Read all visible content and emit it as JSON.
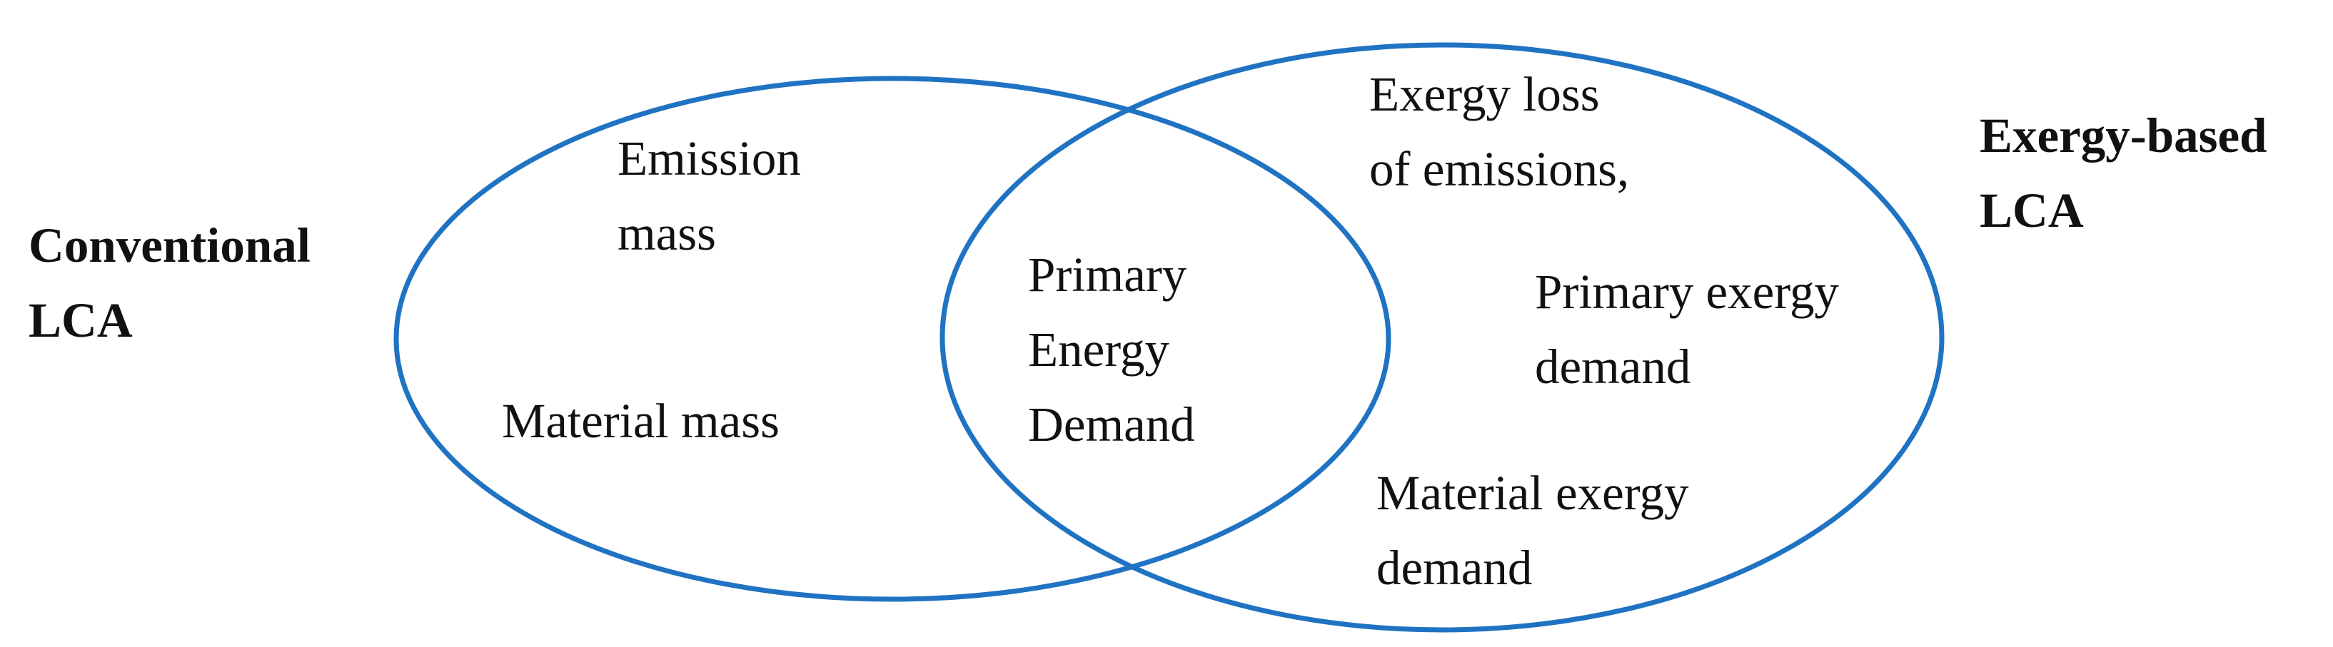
{
  "colors": {
    "outline": "#1f73c2",
    "text": "#111111",
    "background": "#ffffff"
  },
  "sets": {
    "left": {
      "label_lines": [
        "Conventional",
        "LCA"
      ]
    },
    "right": {
      "label_lines": [
        "Exergy-based",
        "LCA"
      ]
    }
  },
  "regions": {
    "left_only": {
      "emission_lines": [
        "Emission",
        "mass"
      ],
      "material_lines": [
        "Material mass"
      ]
    },
    "overlap": {
      "lines": [
        "Primary",
        "Energy",
        "Demand"
      ]
    },
    "right_only": {
      "exergy_loss_lines": [
        "Exergy loss",
        "of emissions,"
      ],
      "primary_exergy_lines": [
        "Primary exergy",
        "demand"
      ],
      "material_exergy_lines": [
        "Material exergy",
        "demand"
      ]
    }
  }
}
